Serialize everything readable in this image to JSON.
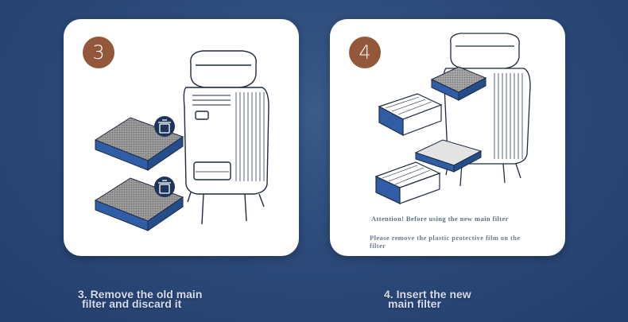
{
  "steps": [
    {
      "number": "3",
      "caption_line1": "3. Remove the old main",
      "caption_line2": "filter and discard it",
      "icons": [
        "trash-icon",
        "trash-icon"
      ]
    },
    {
      "number": "4",
      "caption_line1": "4. Insert the new",
      "caption_line2": "main filter",
      "notes": {
        "attention": "Attention! Before using the new main filter",
        "remove_film": "Please remove the plastic protective film on the filter"
      }
    }
  ],
  "colors": {
    "background": "#2c4a7a",
    "badge": "#93583a",
    "filter_frame": "#2f5ea6",
    "filter_mesh": "#8f8f8f"
  }
}
